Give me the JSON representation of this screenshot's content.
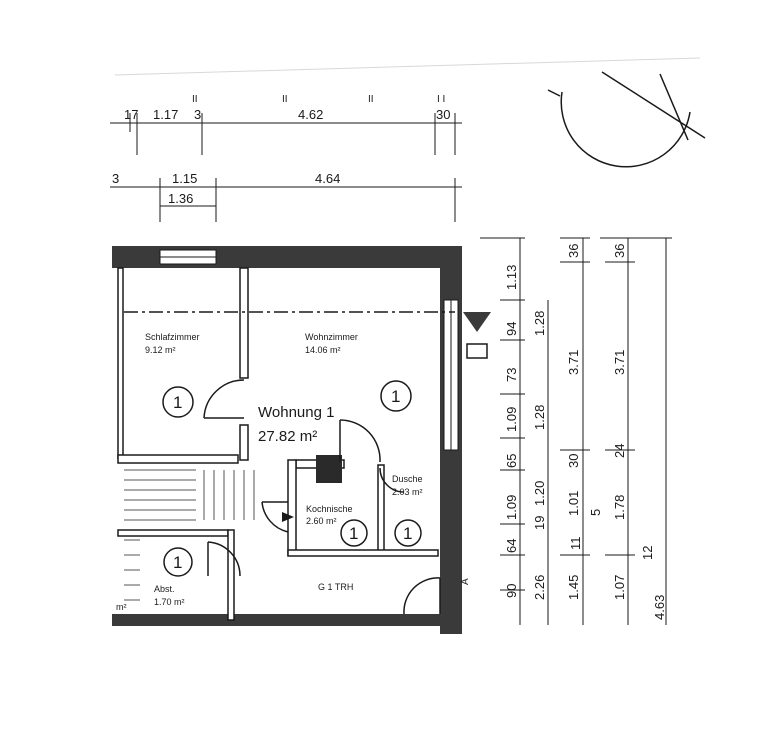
{
  "plan": {
    "top_dim_marks": [
      "II",
      "II",
      "II",
      "I I"
    ],
    "top_dims_row1": [
      "17",
      "1.17",
      "3",
      "4.62",
      "30"
    ],
    "top_dims_row2": [
      "3",
      "1.15",
      "4.64"
    ],
    "top_dims_row2_sub": "1.36",
    "apartment": {
      "name": "Wohnung 1",
      "area": "27.82 m²",
      "unit_number": "1"
    },
    "rooms": [
      {
        "name": "Schlafzimmer",
        "area": "9.12 m²",
        "number": "1"
      },
      {
        "name": "Wohnzimmer",
        "area": "14.06 m²",
        "number": "1"
      },
      {
        "name": "Kochnische",
        "area": "2.60 m²",
        "number": "1"
      },
      {
        "name": "Dusche",
        "area": "2.03 m²",
        "number": "1"
      },
      {
        "name": "Abst.",
        "area": "1.70 m²",
        "number": "1"
      }
    ],
    "stair_label": "G 1 TRH",
    "edge_label": "m²",
    "section_marker": "A",
    "right_dims_col1": [
      "1.13",
      "94",
      "73",
      "1.09",
      "65",
      "1.09",
      "64",
      "90"
    ],
    "right_dims_col2": [
      "1.28",
      "1.28",
      "1.20",
      "19",
      "2.26"
    ],
    "right_dims_col3": [
      "36",
      "3.71",
      "30",
      "1.01",
      "5",
      "11",
      "1.45"
    ],
    "right_dims_col4": [
      "36",
      "3.71",
      "24",
      "1.78",
      "1.07",
      "12",
      "4.63"
    ]
  }
}
